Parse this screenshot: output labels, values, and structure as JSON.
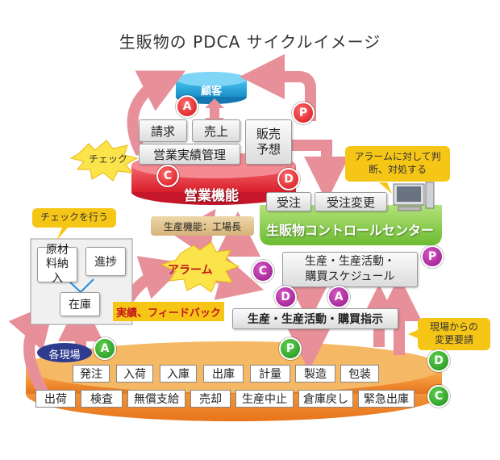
{
  "title": "生販物の PDCA サイクルイメージ",
  "customer": "顧客",
  "sales": {
    "boxes": [
      "請求",
      "売上",
      "販売予想",
      "営業実績管理"
    ],
    "label": "営業機能"
  },
  "check_burst": "チェック",
  "center": {
    "label": "生販物コントロールセンター",
    "tabs": [
      "受注",
      "受注変更"
    ],
    "schedule": "生産・生産活動・購買スケジュール"
  },
  "callouts": {
    "alarm_handling": "アラームに対して判断、対処する",
    "check_do": "チェックを行う",
    "site_request": "現場からの変更要請"
  },
  "factory_manager": "生産機能：工場長",
  "alarm": "アラーム",
  "feedback": "実績、フィードバック",
  "instruction": "生産・生産活動・購買指示",
  "site_status": {
    "items": [
      "原材料納入",
      "進捗",
      "在庫"
    ]
  },
  "site_label": "各現場",
  "floor": {
    "row1": [
      "発注",
      "入荷",
      "入庫",
      "出庫",
      "計量",
      "製造",
      "包装"
    ],
    "row2": [
      "出荷",
      "検査",
      "無償支給",
      "売却",
      "生産中止",
      "倉庫戻し",
      "緊急出庫"
    ]
  },
  "letters": {
    "plan": "P",
    "do": "D",
    "check": "C",
    "act": "A"
  },
  "colors": {
    "red_cylinder": "#e83a45",
    "orange_disc": "#f08a25",
    "green_center": "#8ccf45",
    "blue_cylinder": "#1ea8e0",
    "arrow": "#e7909a"
  }
}
